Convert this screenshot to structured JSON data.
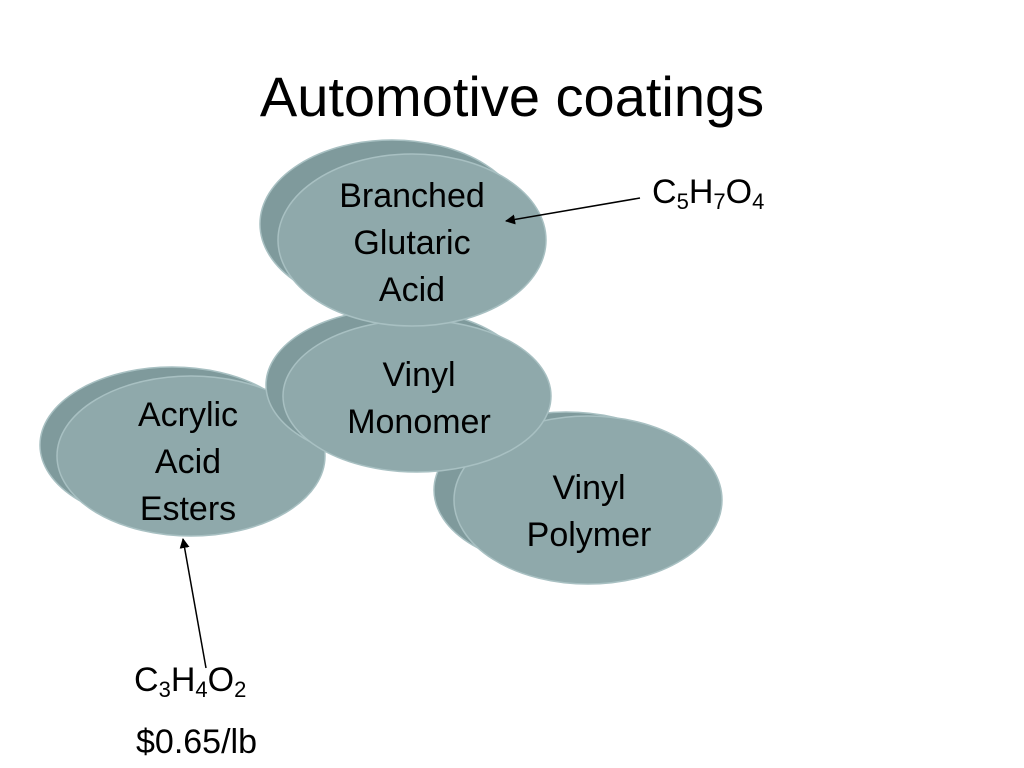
{
  "slide": {
    "title": "Automotive coatings"
  },
  "colors": {
    "disk_face": "#8fa9ab",
    "disk_side": "#7f9a9c",
    "disk_edge": "#a8c0c2",
    "arrow": "#000000"
  },
  "disks": {
    "branched_glutaric_acid": {
      "line1": "Branched",
      "line2": "Glutaric",
      "line3": "Acid"
    },
    "vinyl_monomer": {
      "line1": "Vinyl",
      "line2": "Monomer"
    },
    "acrylic_acid_esters": {
      "line1": "Acrylic",
      "line2": "Acid",
      "line3": "Esters"
    },
    "vinyl_polymer": {
      "line1": "Vinyl",
      "line2": "Polymer"
    }
  },
  "formulas": {
    "glutaric": {
      "e1": "C",
      "n1": "5",
      "e2": "H",
      "n2": "7",
      "e3": "O",
      "n3": "4"
    },
    "acrylic": {
      "e1": "C",
      "n1": "3",
      "e2": "H",
      "n2": "4",
      "e3": "O",
      "n3": "2"
    }
  },
  "price": "$0.65/lb"
}
